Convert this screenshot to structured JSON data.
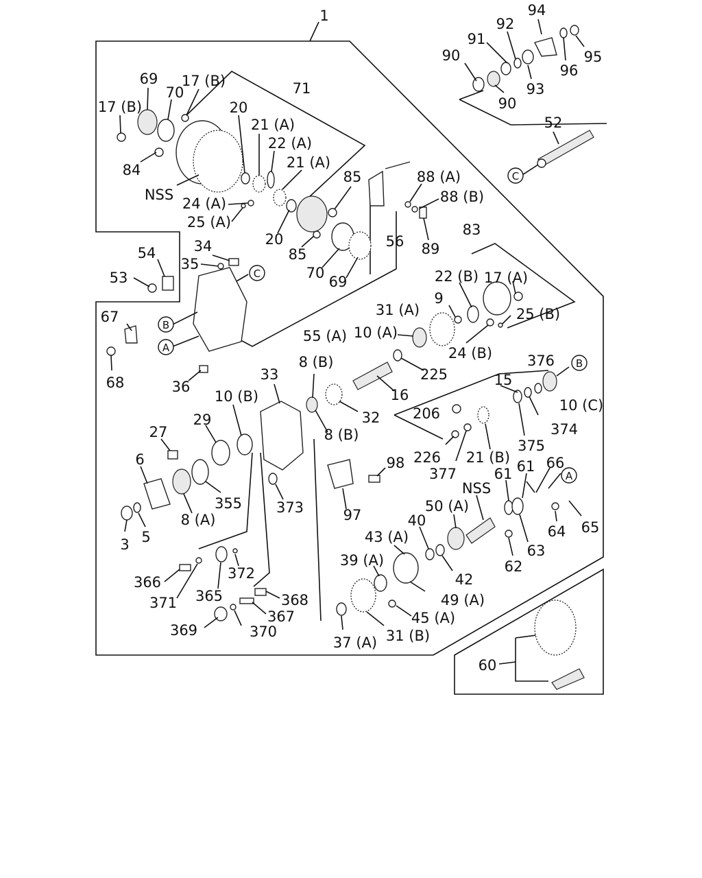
{
  "labels": {
    "l1": "1",
    "l94": "94",
    "l92": "92",
    "l91": "91",
    "l90a": "90",
    "l90b": "90",
    "l93": "93",
    "l96": "96",
    "l95": "95",
    "l52": "52",
    "l69a": "69",
    "l70a": "70",
    "l17b1": "17 (B)",
    "l17b2": "17 (B)",
    "l71": "71",
    "l20a": "20",
    "l21a1": "21 (A)",
    "l22a": "22 (A)",
    "l21a2": "21 (A)",
    "l85a": "85",
    "l84": "84",
    "nss1": "NSS",
    "l24a": "24 (A)",
    "l25a": "25 (A)",
    "l20b": "20",
    "l85b": "85",
    "l70b": "70",
    "l69b": "69",
    "l88a": "88 (A)",
    "l88b": "88 (B)",
    "l89": "89",
    "l56": "56",
    "l54": "54",
    "l53": "53",
    "l34": "34",
    "l35": "35",
    "l83": "83",
    "l17a": "17 (A)",
    "l22b": "22 (B)",
    "l9": "9",
    "l31a": "31 (A)",
    "l25b": "25 (B)",
    "l10a": "10 (A)",
    "l24b": "24 (B)",
    "l55a": "55 (A)",
    "l67": "67",
    "l68": "68",
    "l36": "36",
    "l8b1": "8 (B)",
    "l225": "225",
    "l16": "16",
    "l33": "33",
    "l376": "376",
    "l10b": "10 (B)",
    "l32": "32",
    "l15": "15",
    "l206": "206",
    "l10c": "10 (C)",
    "l374": "374",
    "l27": "27",
    "l29": "29",
    "l8b2": "8 (B)",
    "l375": "375",
    "l226": "226",
    "l21b": "21 (B)",
    "l6": "6",
    "l98": "98",
    "l377": "377",
    "l61a": "61",
    "l61b": "61",
    "l66": "66",
    "nss2": "NSS",
    "l355": "355",
    "l373": "373",
    "l50a": "50 (A)",
    "l97": "97",
    "l8a": "8 (A)",
    "l40": "40",
    "l64": "64",
    "l65": "65",
    "l3": "3",
    "l5": "5",
    "l43a": "43 (A)",
    "l63": "63",
    "l62": "62",
    "l366": "366",
    "l372": "372",
    "l39a": "39 (A)",
    "l42": "42",
    "l365": "365",
    "l371": "371",
    "l368": "368",
    "l49a": "49 (A)",
    "l367": "367",
    "l45a": "45 (A)",
    "l369": "369",
    "l370": "370",
    "l37a": "37 (A)",
    "l31b": "31 (B)",
    "l60": "60"
  },
  "refs": {
    "c1": "C",
    "c2": "C",
    "b1": "B",
    "a1": "A",
    "b2": "B",
    "a2": "A"
  }
}
